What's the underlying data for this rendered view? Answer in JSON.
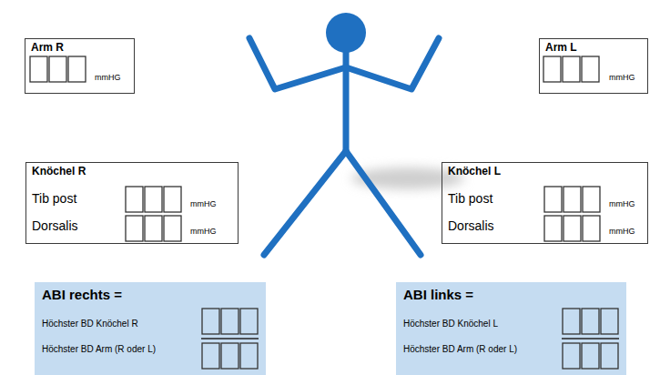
{
  "diagram": {
    "nodes": [
      {
        "text": [
          "Arm R",
          "mmHG"
        ]
      },
      {
        "text": [
          "Arm L",
          "mmHG"
        ]
      },
      {
        "text": [
          "Knöchel R",
          "Tib post",
          "mmHG",
          "Dorsalis",
          "mmHG"
        ]
      },
      {
        "text": [
          "Knöchel L",
          "Tib post",
          "mmHG",
          "Dorsalis",
          "mmHG"
        ]
      },
      {
        "text": [
          "ABI rechts =",
          "Höchster BD Knöchel R",
          "Höchster BD Arm (R oder L)"
        ]
      },
      {
        "text": [
          "ABI links =",
          "Höchster BD Knöchel L",
          "Höchster BD Arm (R oder L)"
        ]
      }
    ]
  }
}
